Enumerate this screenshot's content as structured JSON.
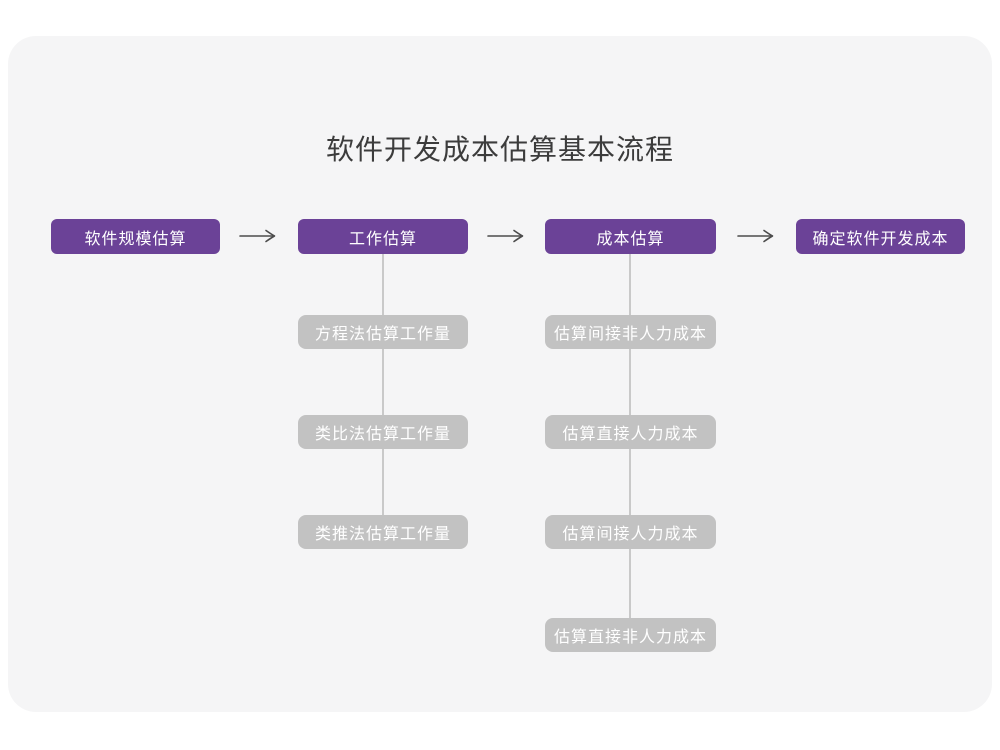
{
  "title": "软件开发成本估算基本流程",
  "colors": {
    "page_bg": "#ffffff",
    "card_bg": "#f5f5f6",
    "primary": "#6b4297",
    "node_gray": "#c2c2c2",
    "connector": "#c9c9c9",
    "arrow": "#4c4c4c",
    "title_text": "#3c3c3c",
    "node_text": "#ffffff"
  },
  "flow": {
    "main_steps": [
      {
        "label": "软件规模估算"
      },
      {
        "label": "工作估算"
      },
      {
        "label": "成本估算"
      },
      {
        "label": "确定软件开发成本"
      }
    ],
    "work_estimation_methods": [
      "方程法估算工作量",
      "类比法估算工作量",
      "类推法估算工作量"
    ],
    "cost_estimation_steps": [
      "估算间接非人力成本",
      "估算直接人力成本",
      "估算间接人力成本",
      "估算直接非人力成本"
    ]
  }
}
